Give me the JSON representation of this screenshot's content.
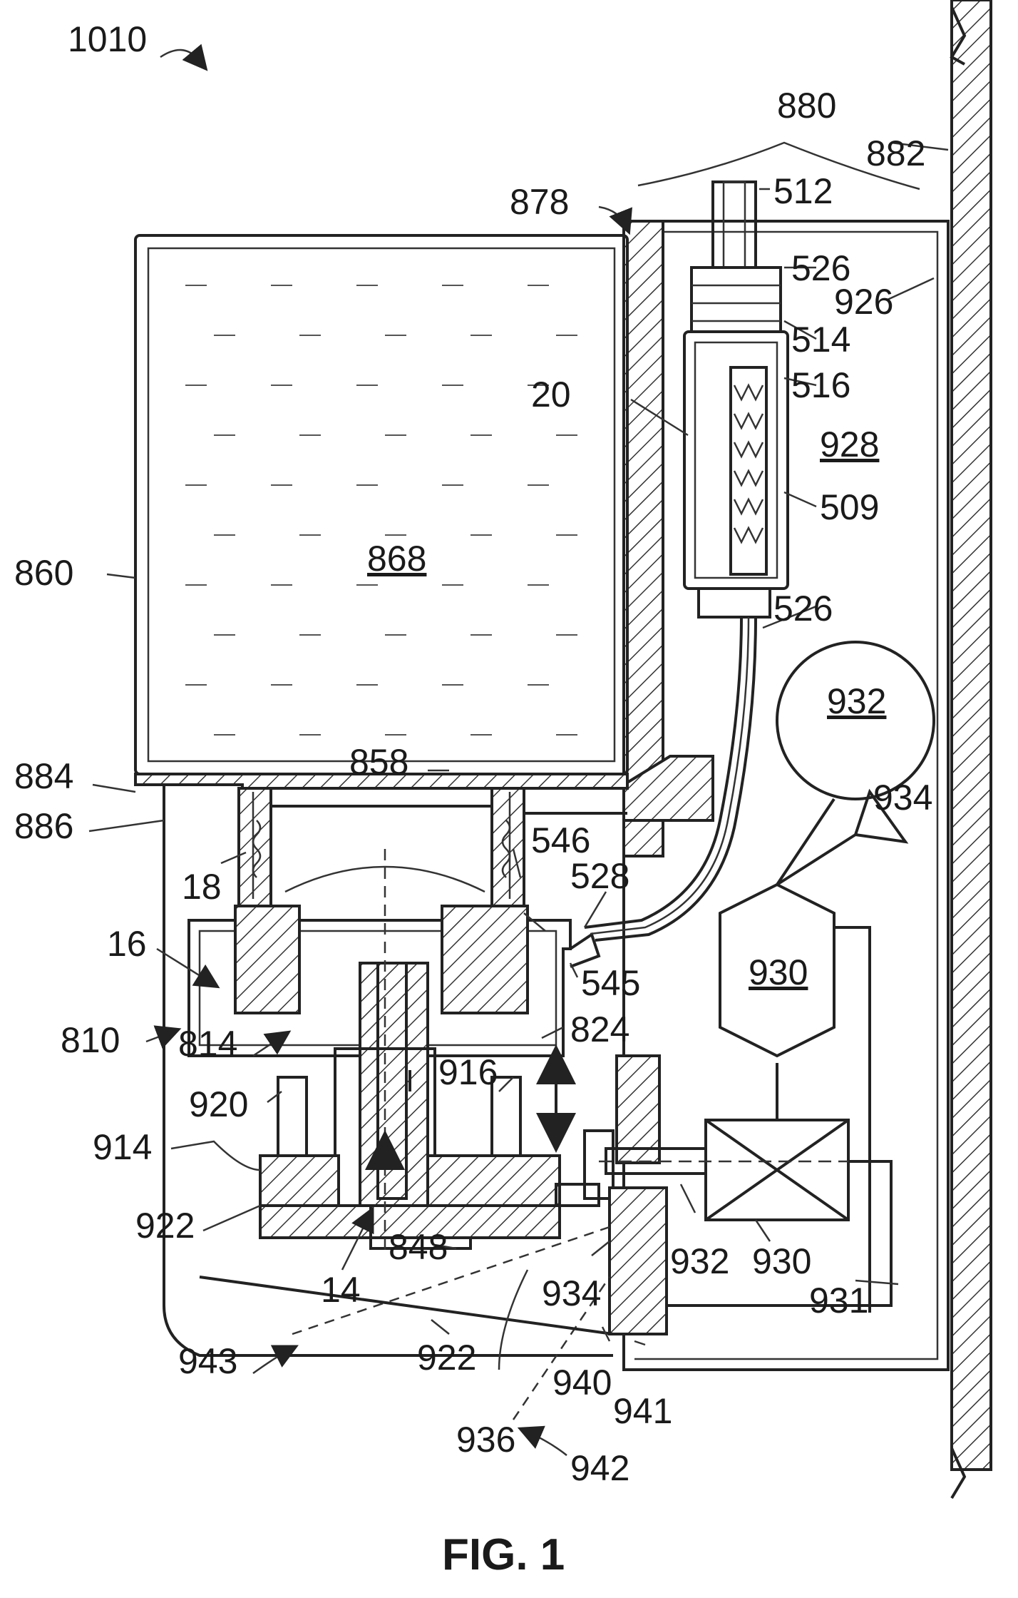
{
  "figure": {
    "caption": "FIG. 1",
    "main_ref": "1010"
  },
  "labels": {
    "l880": "880",
    "l882": "882",
    "l878": "878",
    "l512": "512",
    "l526a": "526",
    "l926": "926",
    "l514": "514",
    "l516": "516",
    "l20": "20",
    "l928": "928",
    "l509": "509",
    "l860": "860",
    "l868": "868",
    "l526b": "526",
    "l932a": "932",
    "l884": "884",
    "l858": "858",
    "l934a": "934",
    "l886": "886",
    "l546": "546",
    "l528": "528",
    "l18": "18",
    "l16": "16",
    "l930a": "930",
    "l545": "545",
    "l810": "810",
    "l824": "824",
    "l814": "814",
    "l916": "916",
    "l920": "920",
    "l914": "914",
    "l922a": "922",
    "l14": "14",
    "l848": "848",
    "l932b": "932",
    "l930b": "930",
    "l931": "931",
    "l934b": "934",
    "l943": "943",
    "l922b": "922",
    "l940": "940",
    "l941": "941",
    "l936": "936",
    "l942": "942"
  }
}
